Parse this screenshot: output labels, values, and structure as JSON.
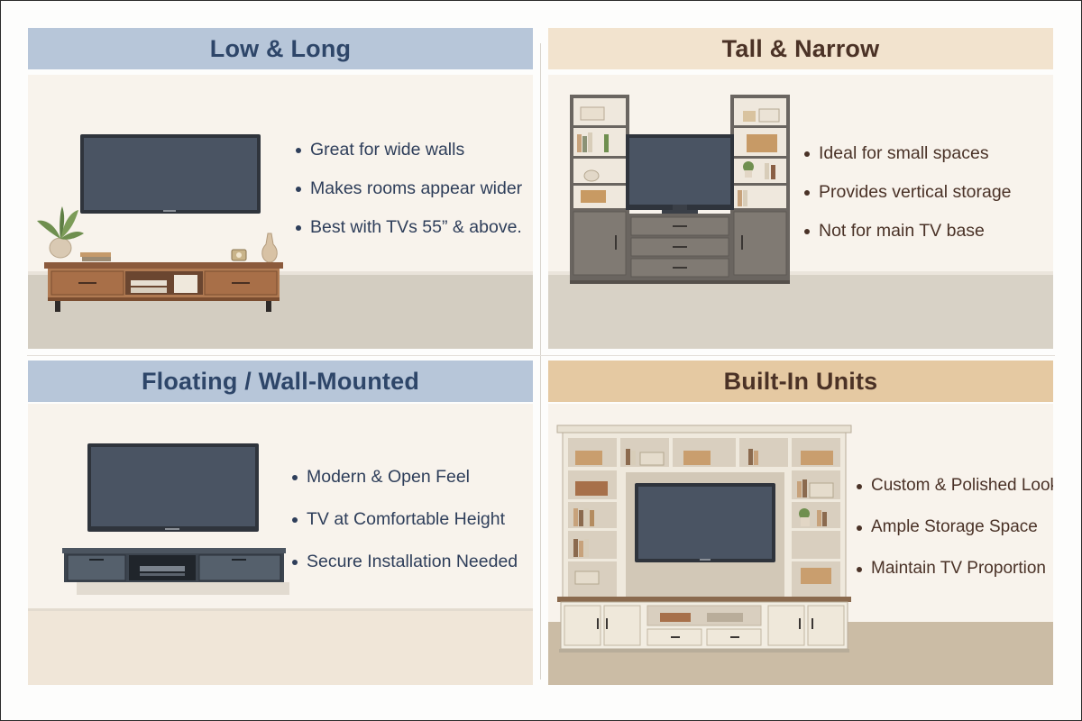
{
  "panels": {
    "low_long": {
      "title": "Low & Long",
      "bullets": [
        "Great for wide walls",
        "Makes rooms appear wider",
        "Best with TVs 55” & above."
      ]
    },
    "tall_narrow": {
      "title": "Tall & Narrow",
      "bullets": [
        "Ideal for small spaces",
        "Provides vertical storage",
        "Not for main TV base"
      ]
    },
    "floating": {
      "title": "Floating / Wall-Mounted",
      "bullets": [
        "Modern & Open Feel",
        "TV at Comfortable Height",
        "Secure Installation Needed"
      ]
    },
    "built_in": {
      "title": "Built-In Units",
      "bullets": [
        "Custom & Polished Look",
        "Ample Storage Space",
        "Maintain TV Proportion"
      ]
    }
  },
  "colors": {
    "blue_header": "#b7c6d9",
    "tan_header": "#f2e3ce",
    "wall": "#f8f3ec",
    "floor": "#d6d0c4",
    "tv_screen": "#46505f"
  }
}
